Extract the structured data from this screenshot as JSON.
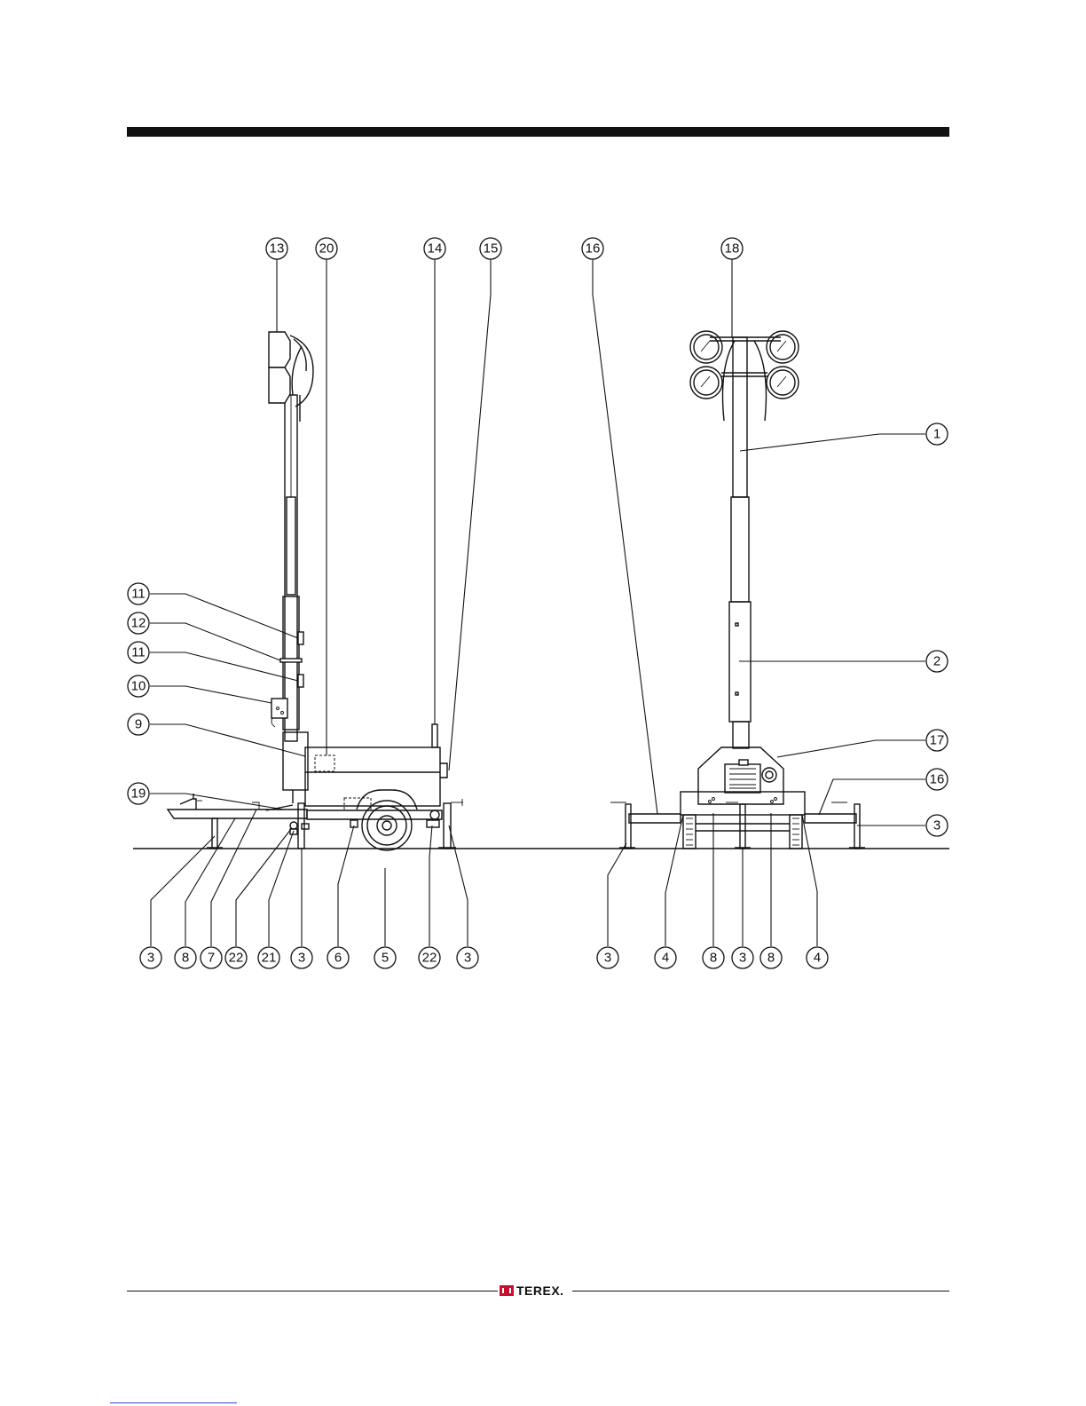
{
  "brand": {
    "name": "TEREX."
  },
  "colors": {
    "ink": "#111111",
    "logo_red": "#c8102e",
    "link_blue": "#3344cc"
  },
  "callouts": {
    "c13": "13",
    "c20": "20",
    "c14": "14",
    "c15": "15",
    "c16a": "16",
    "c18": "18",
    "c1": "1",
    "c2": "2",
    "c17": "17",
    "c16b": "16",
    "c3r": "3",
    "c11a": "11",
    "c12": "12",
    "c11b": "11",
    "c10": "10",
    "c9": "9",
    "c19": "19",
    "b3a": "3",
    "b8a": "8",
    "b7": "7",
    "b22a": "22",
    "b21": "21",
    "b3b": "3",
    "b6": "6",
    "b5": "5",
    "b22b": "22",
    "b3c": "3",
    "b3d": "3",
    "b4a": "4",
    "b8b": "8",
    "b3e": "3",
    "b8c": "8",
    "b4b": "4"
  }
}
